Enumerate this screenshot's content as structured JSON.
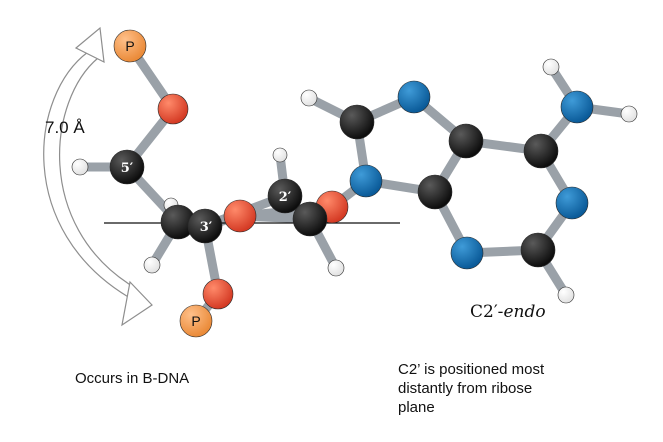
{
  "diagram": {
    "distance_label": "7.0 Å",
    "conformation_prefix": "C2′-",
    "conformation_suffix": "endo",
    "occurs_text": "Occurs in B-DNA",
    "position_text_lines": [
      "C2’ is positioned most",
      "distantly from ribose",
      "plane"
    ],
    "atom_labels": {
      "phosphorus_top": "P",
      "phosphorus_bottom": "P",
      "carbon_5": "5′",
      "carbon_3": "3′",
      "carbon_2": "2′"
    },
    "colors": {
      "carbon": "#161616",
      "oxygen": "#e8503a",
      "nitrogen": "#0f70b3",
      "phosphorus": "#f29a4a",
      "hydrogen": "#ffffff",
      "bond": "#9aa1a8"
    }
  }
}
